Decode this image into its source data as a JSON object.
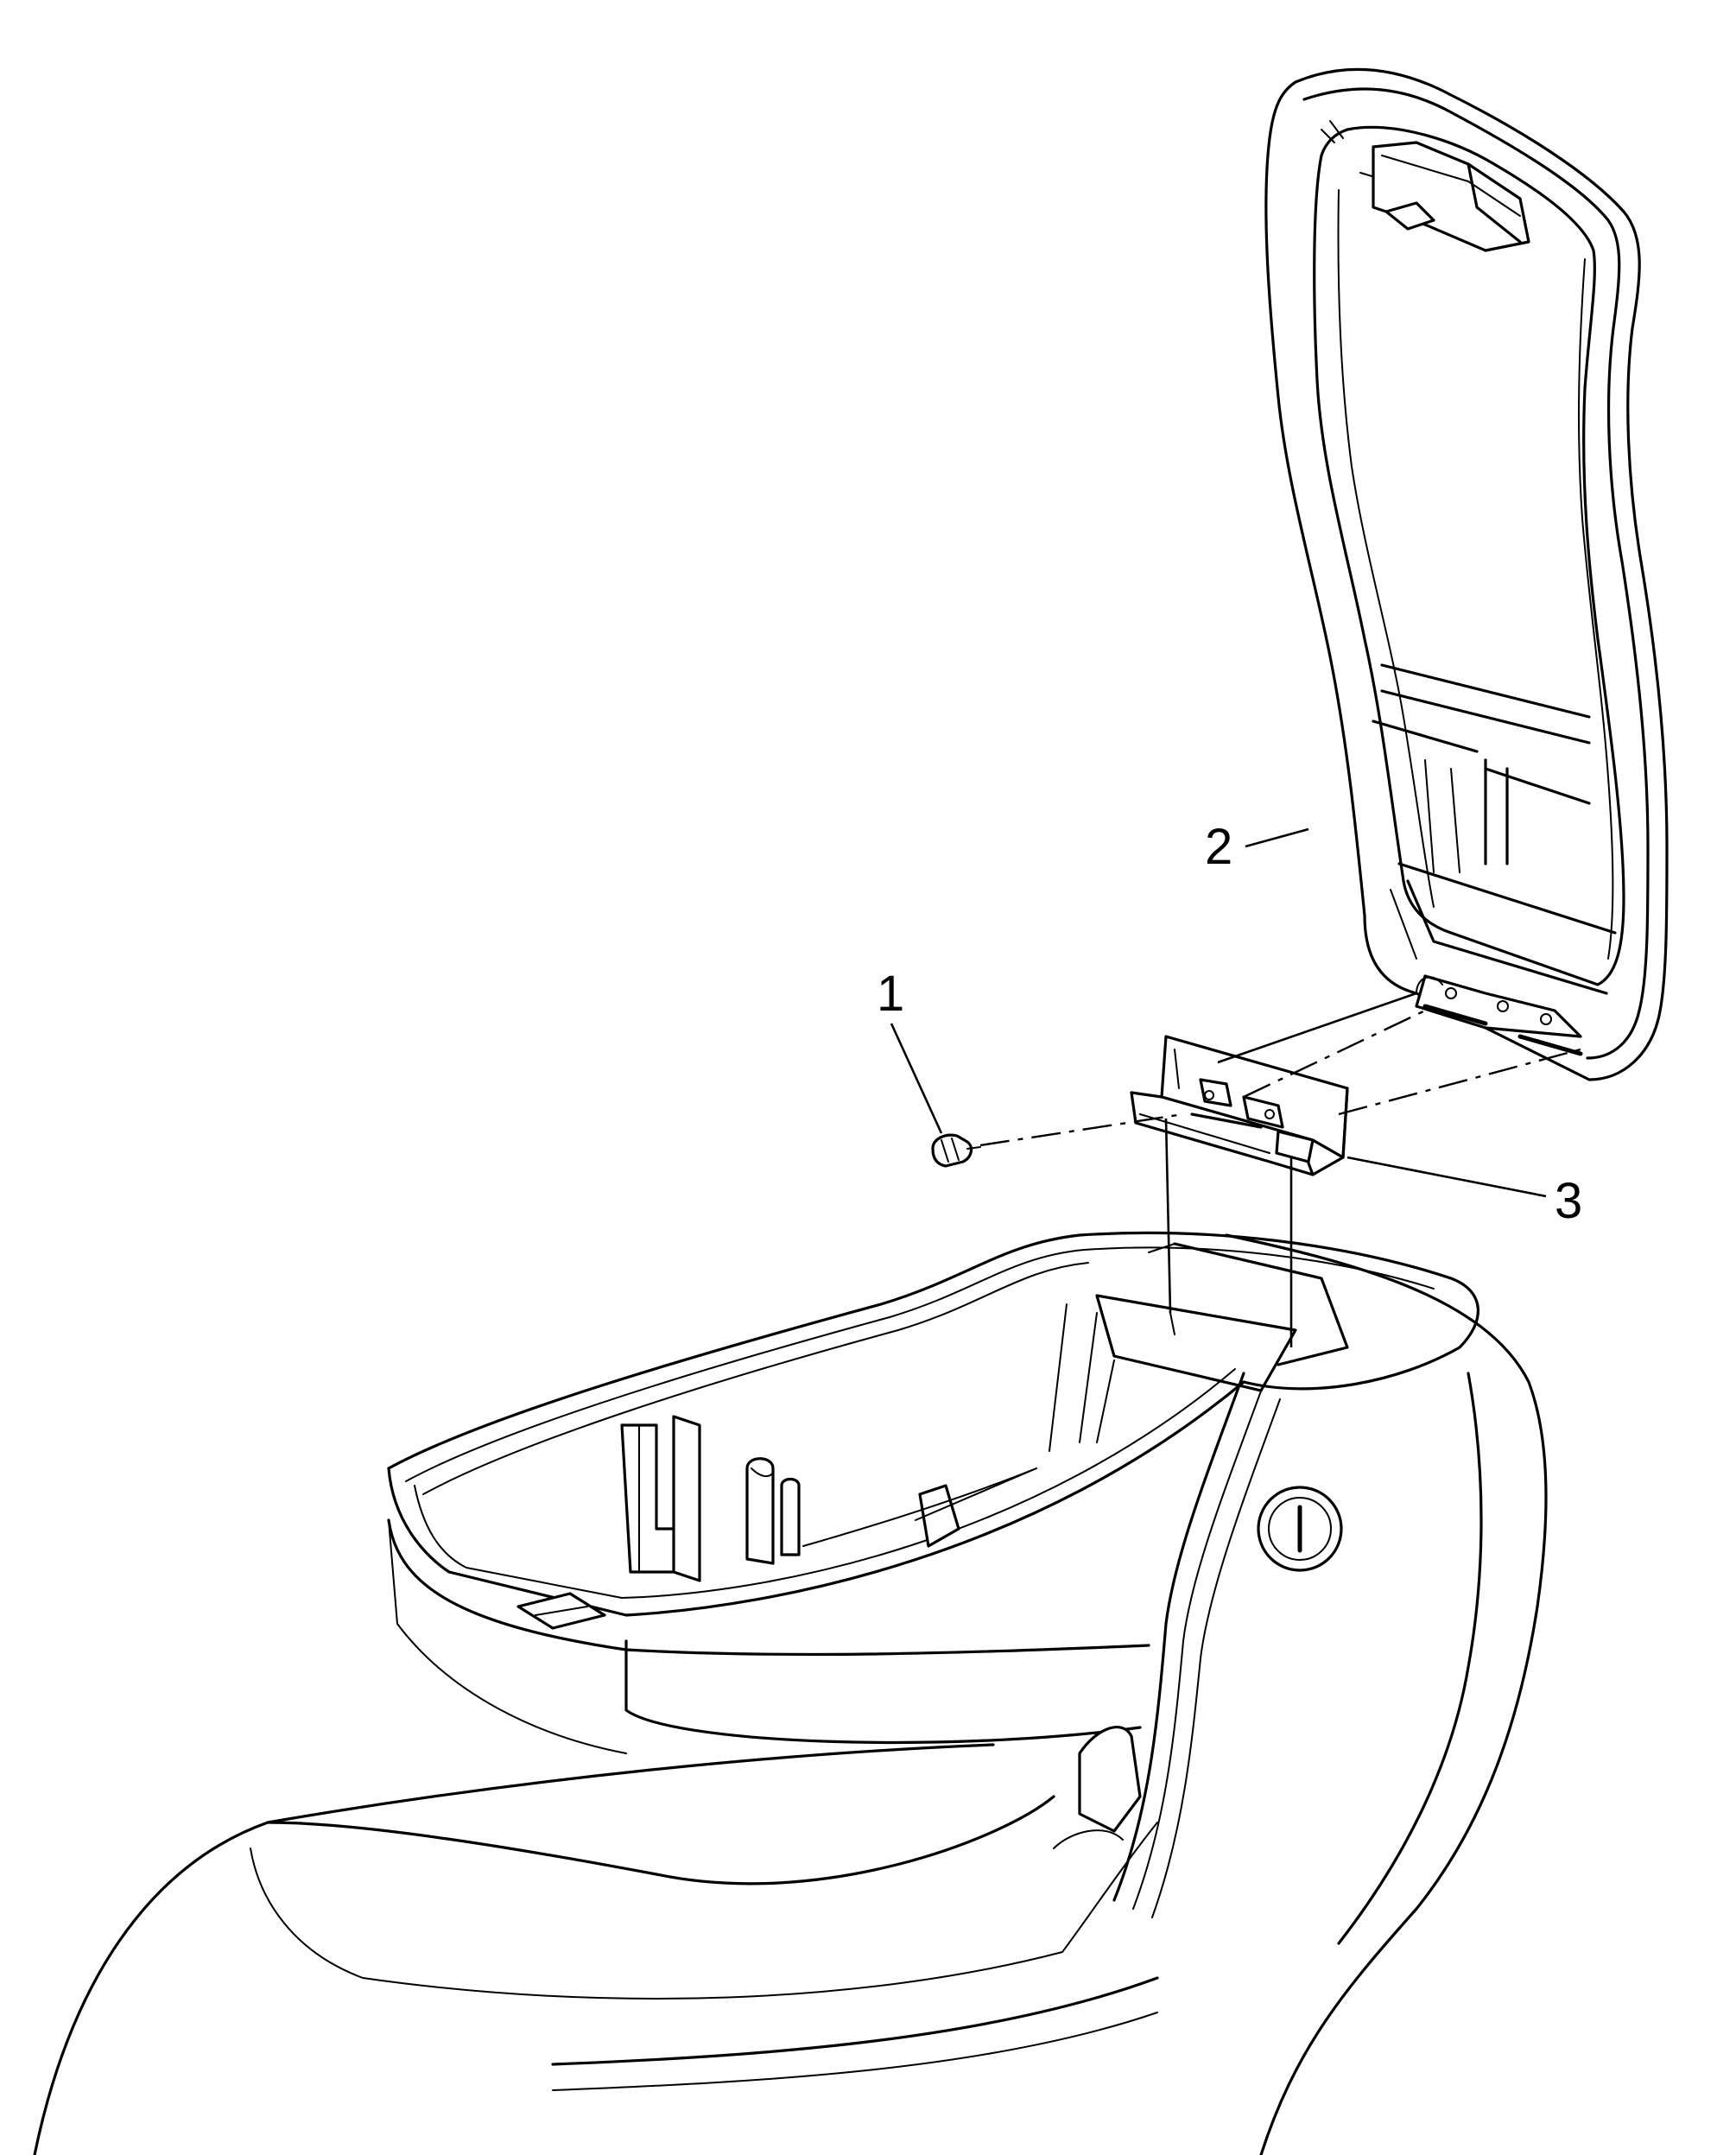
{
  "callouts": [
    {
      "id": "1",
      "label": "1"
    },
    {
      "id": "2",
      "label": "2"
    },
    {
      "id": "3",
      "label": "3"
    }
  ],
  "icons": {
    "console_button": "lock-button-icon"
  },
  "colors": {
    "line": "#000000",
    "background": "#ffffff"
  }
}
